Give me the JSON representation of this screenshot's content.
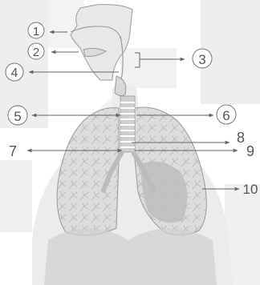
{
  "labels": [
    {
      "id": 1,
      "text": "1",
      "circled": true
    },
    {
      "id": 2,
      "text": "2",
      "circled": true
    },
    {
      "id": 3,
      "text": "3",
      "circled": true
    },
    {
      "id": 4,
      "text": "4",
      "circled": true
    },
    {
      "id": 5,
      "text": "5",
      "circled": true
    },
    {
      "id": 6,
      "text": "6",
      "circled": true
    },
    {
      "id": 7,
      "text": "7",
      "circled": false
    },
    {
      "id": 8,
      "text": "8",
      "circled": false
    },
    {
      "id": 9,
      "text": "9",
      "circled": false
    },
    {
      "id": 10,
      "text": "10",
      "circled": false
    }
  ],
  "colors": {
    "background": "#ffffff",
    "panels": "#eeeeee",
    "anatomy_stroke": "#9a9a9a",
    "lung_fill": "#dcdcdc",
    "trachea": "#cfcfcf",
    "label_text": "#555555",
    "arrow": "#666666"
  }
}
